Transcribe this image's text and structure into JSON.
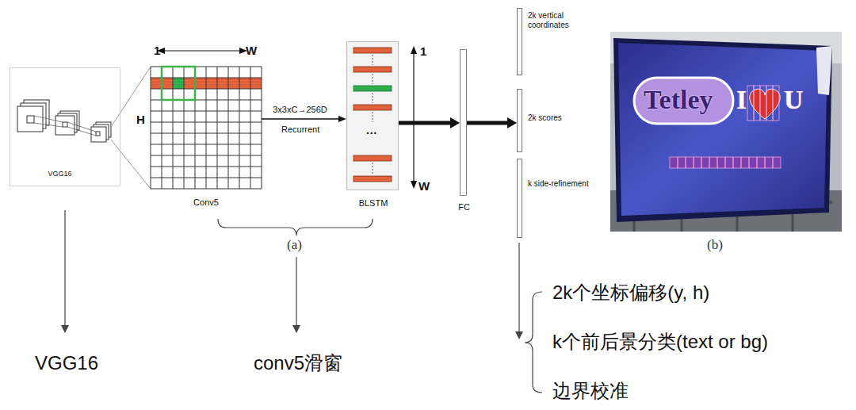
{
  "diagram": {
    "nodes": [
      {
        "text": [
          "VGG16"
        ]
      },
      {
        "text": [
          "Conv5"
        ]
      },
      {
        "text": [
          "BLSTM"
        ]
      },
      {
        "text": [
          "FC"
        ]
      },
      {
        "text": [
          "2k vertical coordinates"
        ]
      },
      {
        "text": [
          "2k scores"
        ]
      },
      {
        "text": [
          "k side-refinement"
        ]
      }
    ],
    "edges": [
      {
        "from": 1,
        "to": 2,
        "arrow": "to",
        "label": "3x3xC→256D"
      },
      {
        "from": 2,
        "to": 3,
        "arrow": "to"
      },
      {
        "from": 3,
        "to": 5,
        "arrow": "to"
      }
    ],
    "labels": [
      "1",
      "W",
      "H",
      "Recurrent",
      "···",
      "1",
      "W",
      "(a)",
      "(b)",
      "Tetley",
      "I",
      "U",
      "VGG16",
      "conv5滑窗",
      "2k个坐标偏移(y, h)",
      "k个前后景分类(text or bg)",
      "边界校准"
    ]
  }
}
